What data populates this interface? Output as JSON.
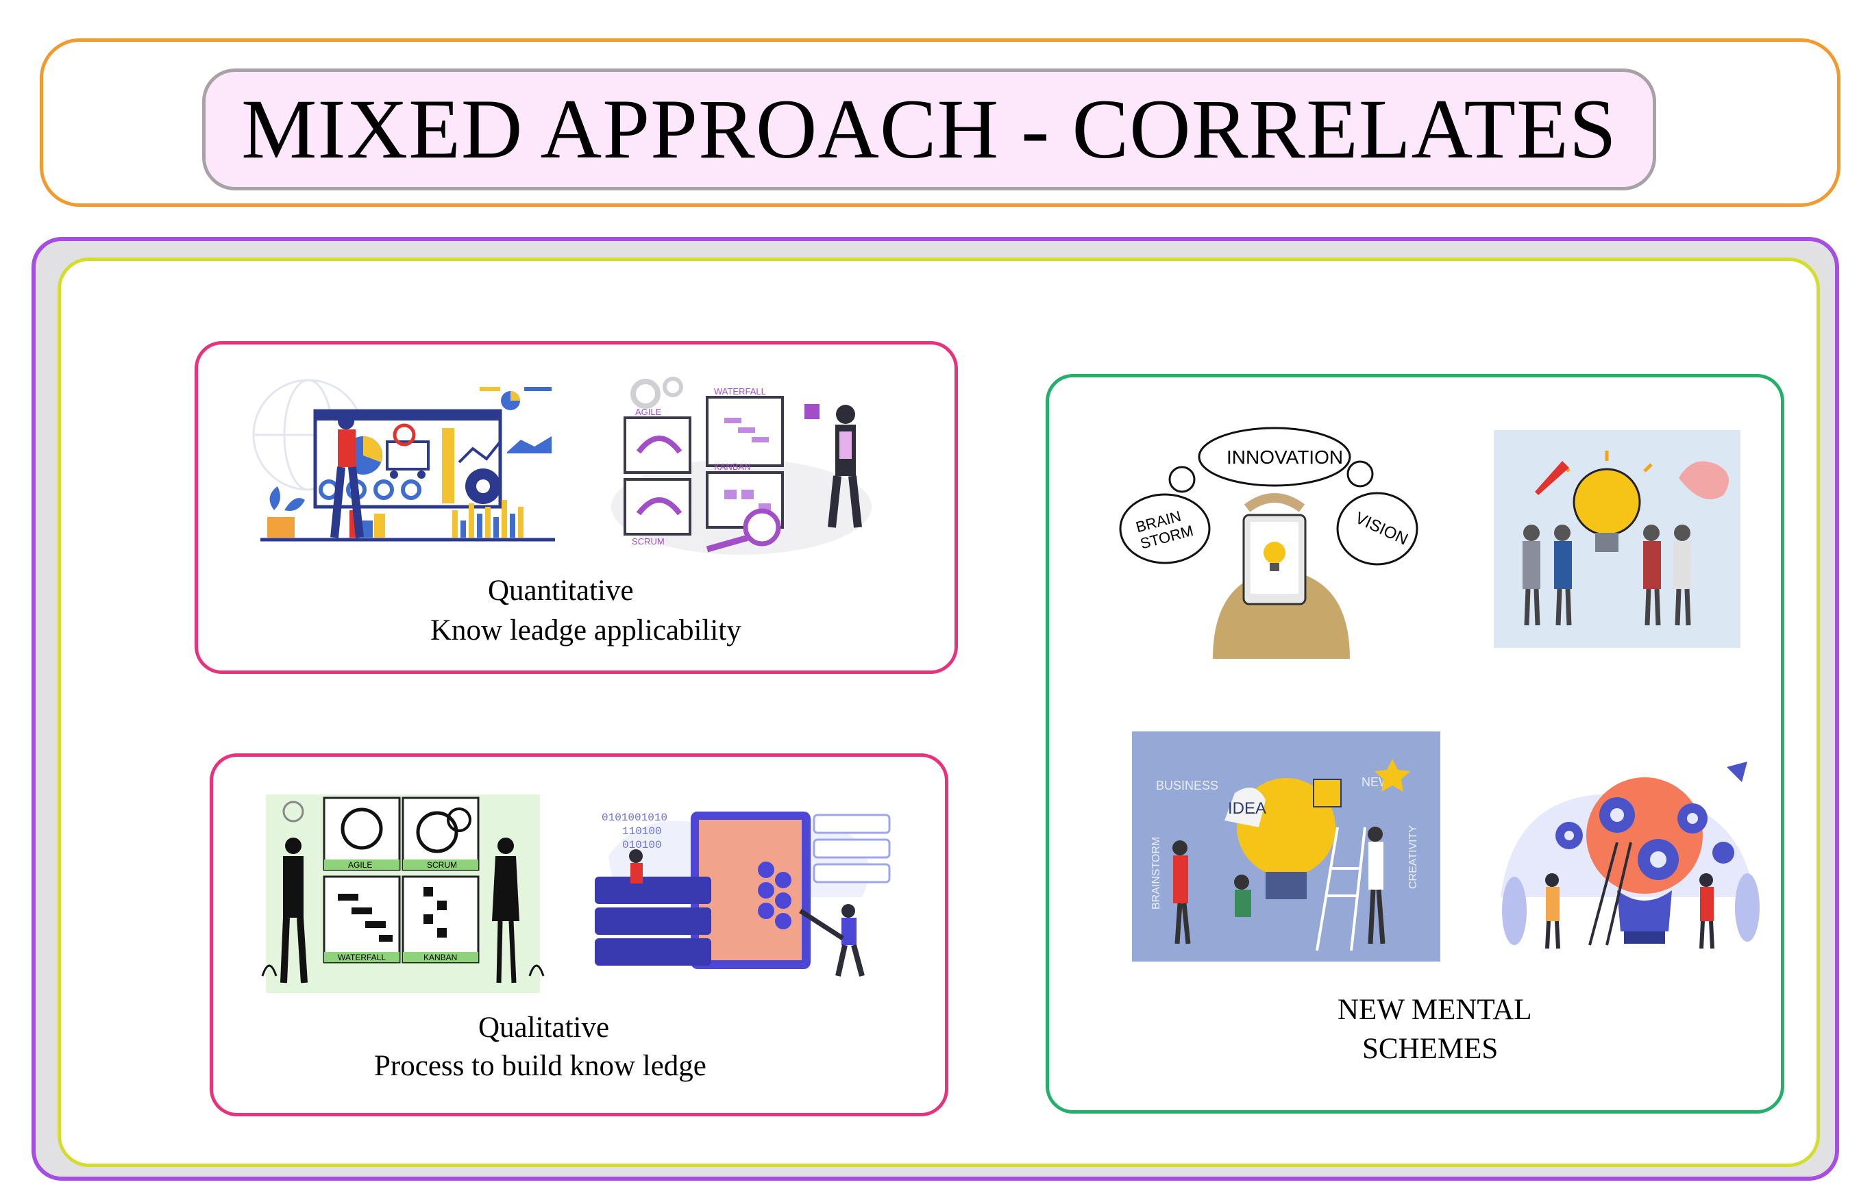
{
  "title": "MIXED APPROACH - CORRELATES",
  "quantitative": {
    "heading": "Quantitative",
    "subtitle": "Know leadge applicability",
    "illus_1_labels": [],
    "illus_2_labels": [
      "AGILE",
      "WATERFALL",
      "SCRUM",
      "KANBAN"
    ]
  },
  "qualitative": {
    "heading": "Qualitative",
    "subtitle": "Process to build know ledge",
    "illus_1_labels": [
      "AGILE",
      "SCRUM",
      "WATERFALL",
      "KANBAN"
    ],
    "illus_2_binary": [
      "0101001010",
      "110100",
      "010100"
    ]
  },
  "new_mental": {
    "line1": "NEW MENTAL",
    "line2": "SCHEMES",
    "innovation_words": [
      "INNOVATION",
      "BRAIN",
      "STORM",
      "VISION"
    ],
    "idea_words": [
      "BUSINESS",
      "IDEA",
      "NEW",
      "BRAINSTORM",
      "CREATIVITY"
    ]
  },
  "colors": {
    "title_frame": "#f39a2e",
    "title_pill_bg": "#fde7fb",
    "title_pill_border": "#a6a2a6",
    "outer_frame": "#a64ee4",
    "inner_frame": "#d4dc2c",
    "card_pink": "#e9327b",
    "card_green": "#23b06b"
  },
  "icons": [
    "analytics-illustration-icon",
    "agile-board-illustration-icon",
    "methods-chart-illustration-icon",
    "security-data-illustration-icon",
    "innovation-person-illustration-icon",
    "lightbulb-team-illustration-icon",
    "idea-puzzle-illustration-icon",
    "gears-bulb-illustration-icon"
  ]
}
